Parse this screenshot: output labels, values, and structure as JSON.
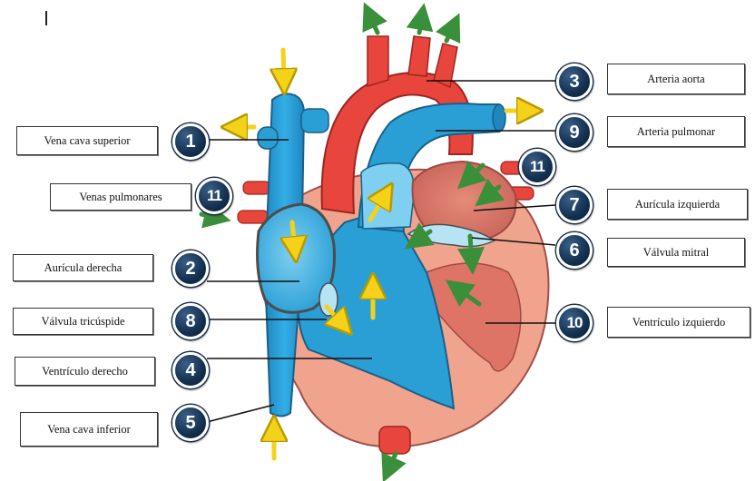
{
  "labels": [
    {
      "id": "vena_cava_superior",
      "number": "1",
      "text": "Vena cava superior"
    },
    {
      "id": "auricula_derecha",
      "number": "2",
      "text": "Aurícula derecha"
    },
    {
      "id": "arteria_aorta",
      "number": "3",
      "text": "Arteria aorta"
    },
    {
      "id": "ventriculo_derecho",
      "number": "4",
      "text": "Ventrículo derecho"
    },
    {
      "id": "vena_cava_inferior",
      "number": "5",
      "text": "Vena cava inferior"
    },
    {
      "id": "valvula_mitral",
      "number": "6",
      "text": "Válvula mitral"
    },
    {
      "id": "auricula_izquierda",
      "number": "7",
      "text": "Aurícula izquierda"
    },
    {
      "id": "valvula_tricuspide",
      "number": "8",
      "text": "Válvula tricúspide"
    },
    {
      "id": "arteria_pulmonar",
      "number": "9",
      "text": "Arteria pulmonar"
    },
    {
      "id": "ventriculo_izquierdo",
      "number": "10",
      "text": "Ventrículo izquierdo"
    },
    {
      "id": "venas_pulmonares_left",
      "number": "11",
      "text": "Venas pulmonares"
    },
    {
      "id": "venas_pulmonares_right",
      "number": "11",
      "text": ""
    }
  ],
  "colors": {
    "deoxygenated_blue": "#2a9fd6",
    "oxygenated_red": "#e8463c",
    "heart_tissue_pink": "#f0a48e",
    "badge_navy": "#13304f",
    "arrow_yellow": "#f5d21a",
    "arrow_green": "#3a8f3a"
  }
}
